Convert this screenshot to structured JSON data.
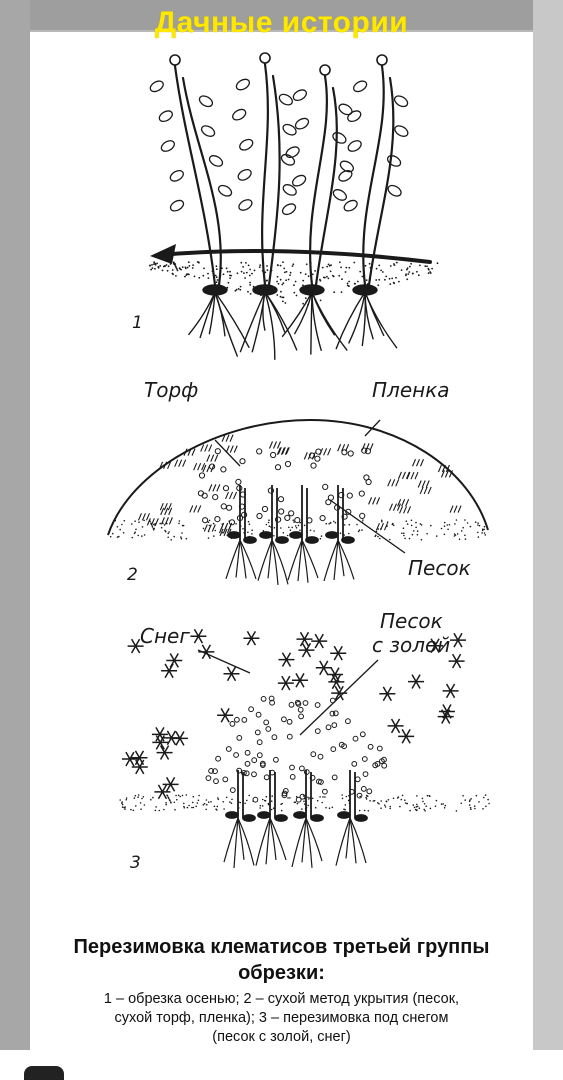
{
  "watermark": "Дачные истории",
  "labels": {
    "fig1_number": "1",
    "fig2_number": "2",
    "fig3_number": "3",
    "peat": "Торф",
    "film": "Пленка",
    "sand": "Песок",
    "snow": "Снег",
    "sand_ash_line1": "Песок",
    "sand_ash_line2": "с золой"
  },
  "caption": {
    "title_line1": "Перезимовка клематисов третьей группы",
    "title_line2": "обрезки:",
    "text_line1": "1 – обрезка осенью; 2 – сухой метод укрытия (песок,",
    "text_line2": "сухой торф, пленка); 3 – перезимовка под снегом",
    "text_line3": "(песок с золой, снег)"
  },
  "colors": {
    "watermark": "#ffe800",
    "ink": "#1a1a1a",
    "frame": "#b9b9b9"
  }
}
